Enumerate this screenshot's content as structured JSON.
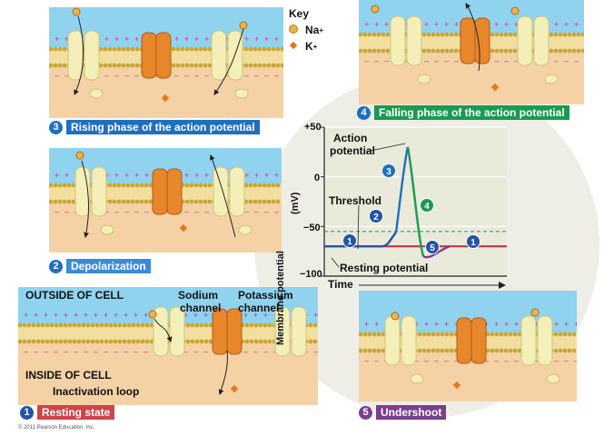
{
  "key": {
    "title": "Key",
    "na_label": "Na",
    "na_sup": "+",
    "k_label": "K",
    "k_sup": "+"
  },
  "labels": {
    "rising": {
      "num": "3",
      "text": "Rising phase of the action potential"
    },
    "falling": {
      "num": "4",
      "text": "Falling phase of the action potential"
    },
    "depolarization": {
      "num": "2",
      "text": "Depolarization"
    },
    "resting": {
      "num": "1",
      "text": "Resting state"
    },
    "undershoot": {
      "num": "5",
      "text": "Undershoot"
    }
  },
  "resting_panel": {
    "outside": "OUTSIDE OF CELL",
    "inside": "INSIDE OF CELL",
    "sodium_1": "Sodium",
    "sodium_2": "channel",
    "potassium_1": "Potassium",
    "potassium_2": "channel",
    "loop": "Inactivation loop"
  },
  "chart_data": {
    "type": "line",
    "ylabel_1": "Membrane potential",
    "ylabel_2": "(mV)",
    "xlabel": "Time",
    "yticks": [
      "+50",
      "0",
      "−50",
      "−100"
    ],
    "ylim": [
      -100,
      50
    ],
    "threshold_label": "Threshold",
    "threshold": -55,
    "resting_label": "Resting potential",
    "resting": -70,
    "action_label_1": "Action",
    "action_label_2": "potential",
    "peak": 30,
    "stage_markers": [
      "1",
      "2",
      "3",
      "4",
      "5",
      "1"
    ]
  },
  "colors": {
    "blue_label": "#1f6fc1",
    "green_label": "#1a9a52",
    "red_label": "#d0434a",
    "purple_label": "#7b3f8e",
    "num_circle": "#2453a8"
  },
  "copyright": "© 2011 Pearson Education, Inc."
}
